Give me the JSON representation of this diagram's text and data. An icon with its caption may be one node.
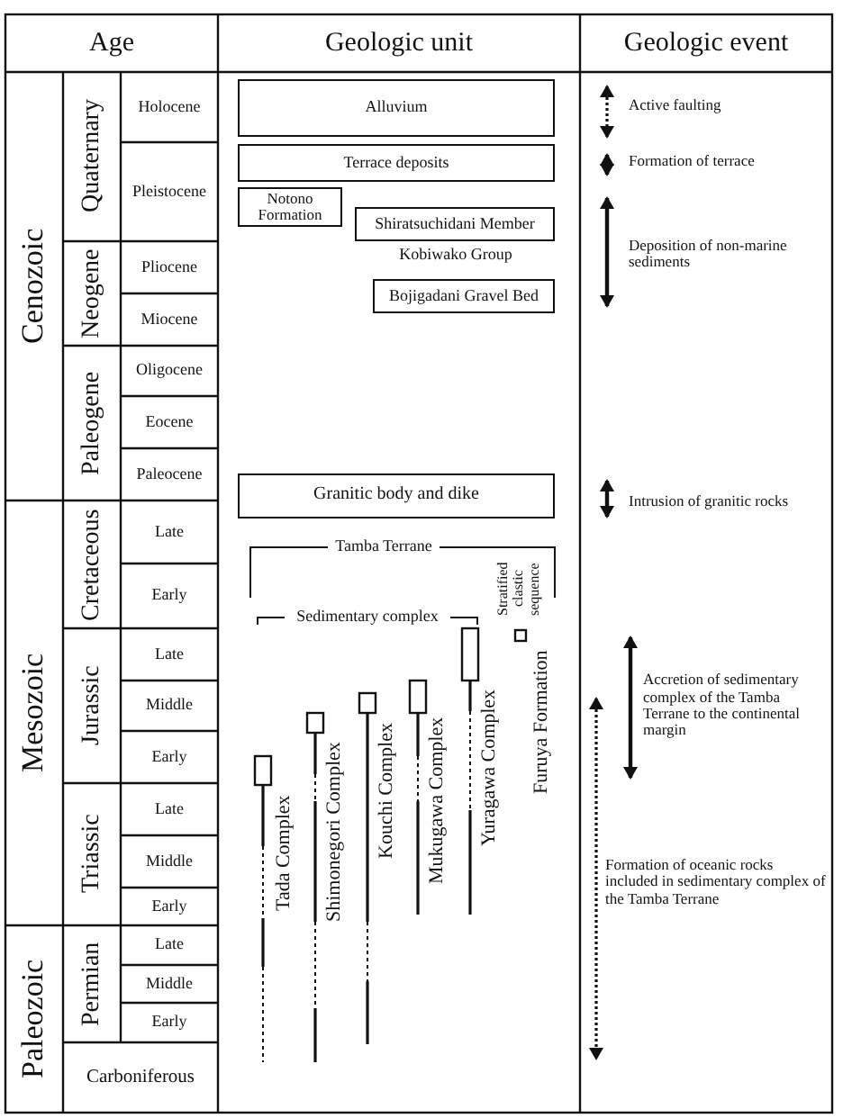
{
  "diagram": {
    "nodes": [
      {
        "text": [
          "Alluvium"
        ]
      },
      {
        "text": [
          "Terrace deposits"
        ]
      },
      {
        "text": [
          "Notono Formation"
        ]
      },
      {
        "text": [
          "Shiratsuchidani Member"
        ]
      },
      {
        "text": [
          "Bojigadani Gravel Bed"
        ]
      },
      {
        "text": [
          "Granitic body and dike"
        ]
      }
    ],
    "labels": [
      "Age",
      "Geologic unit",
      "Geologic event",
      "Cenozoic",
      "Quaternary",
      "Holocene",
      "Pleistocene",
      "Neogene",
      "Pliocene",
      "Miocene",
      "Paleogene",
      "Oligocene",
      "Eocene",
      "Paleocene",
      "Mesozoic",
      "Cretaceous",
      "Late",
      "Early",
      "Jurassic",
      "Late",
      "Middle",
      "Early",
      "Triassic",
      "Late",
      "Middle",
      "Early",
      "Paleozoic",
      "Permian",
      "Late",
      "Middle",
      "Early",
      "Carboniferous",
      "Kobiwako Group",
      "Tamba Terrane",
      "Sedimentary complex",
      "Stratified clastic sequence",
      "Tada Complex",
      "Shimonegori Complex",
      "Kouchi Complex",
      "Mukugawa Complex",
      "Yuragawa Complex",
      "Furuya Formation",
      "Active faulting",
      "Formation of terrace",
      "Deposition of non-marine sediments",
      "Intrusion of granitic rocks",
      "Accretion of sedimentary complex of the Tamba Terrane to the continental margin",
      "Formation of oceanic rocks included in sedimentary complex of the Tamba Terrane"
    ]
  }
}
